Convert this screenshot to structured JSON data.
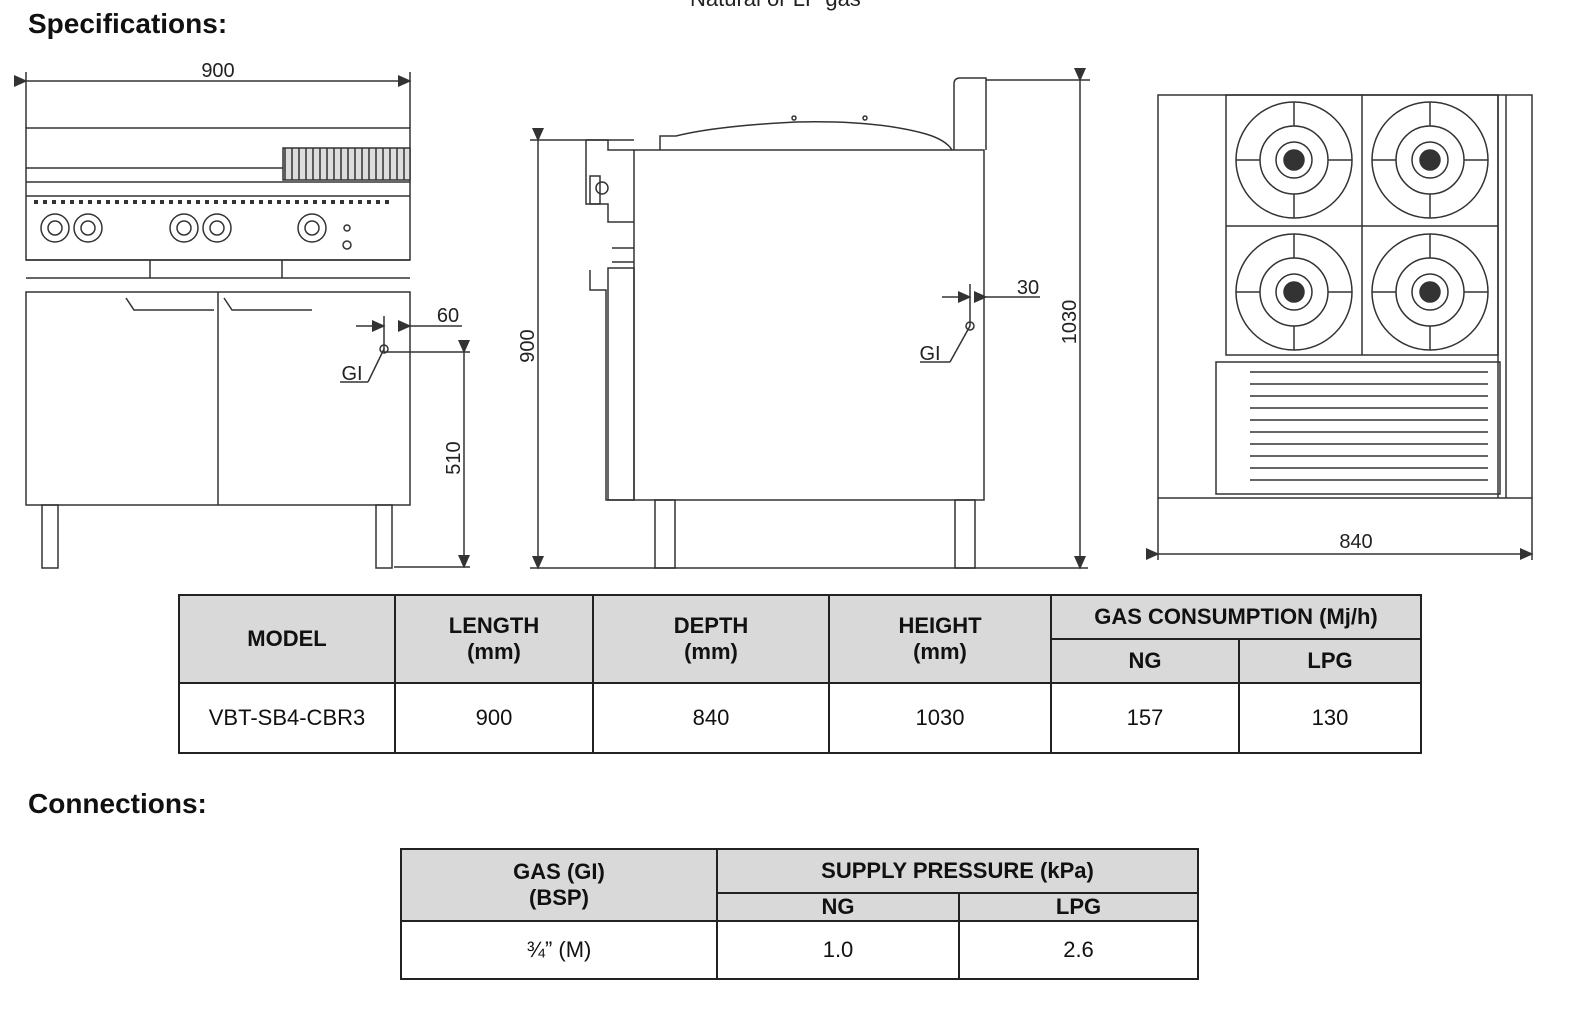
{
  "top_fragment": "Natural or LP gas",
  "headings": {
    "specifications": "Specifications:",
    "connections": "Connections:"
  },
  "drawing_labels": {
    "front_width": "900",
    "front_gas_offset": "60",
    "front_gas_height": "510",
    "side_height": "900",
    "side_total_height": "1030",
    "side_gas_offset": "30",
    "gas_inlet": "GI",
    "top_depth": "840"
  },
  "spec_table": {
    "headers": {
      "model": "MODEL",
      "length": "LENGTH\n(mm)",
      "depth": "DEPTH\n(mm)",
      "height": "HEIGHT\n(mm)",
      "gas": "GAS CONSUMPTION (Mj/h)",
      "ng": "NG",
      "lpg": "LPG"
    },
    "row": {
      "model": "VBT-SB4-CBR3",
      "length": "900",
      "depth": "840",
      "height": "1030",
      "ng": "157",
      "lpg": "130"
    }
  },
  "conn_table": {
    "headers": {
      "gas": "GAS (GI)\n(BSP)",
      "pressure": "SUPPLY PRESSURE (kPa)",
      "ng": "NG",
      "lpg": "LPG"
    },
    "row": {
      "gas": "¾” (M)",
      "ng": "1.0",
      "lpg": "2.6"
    }
  }
}
